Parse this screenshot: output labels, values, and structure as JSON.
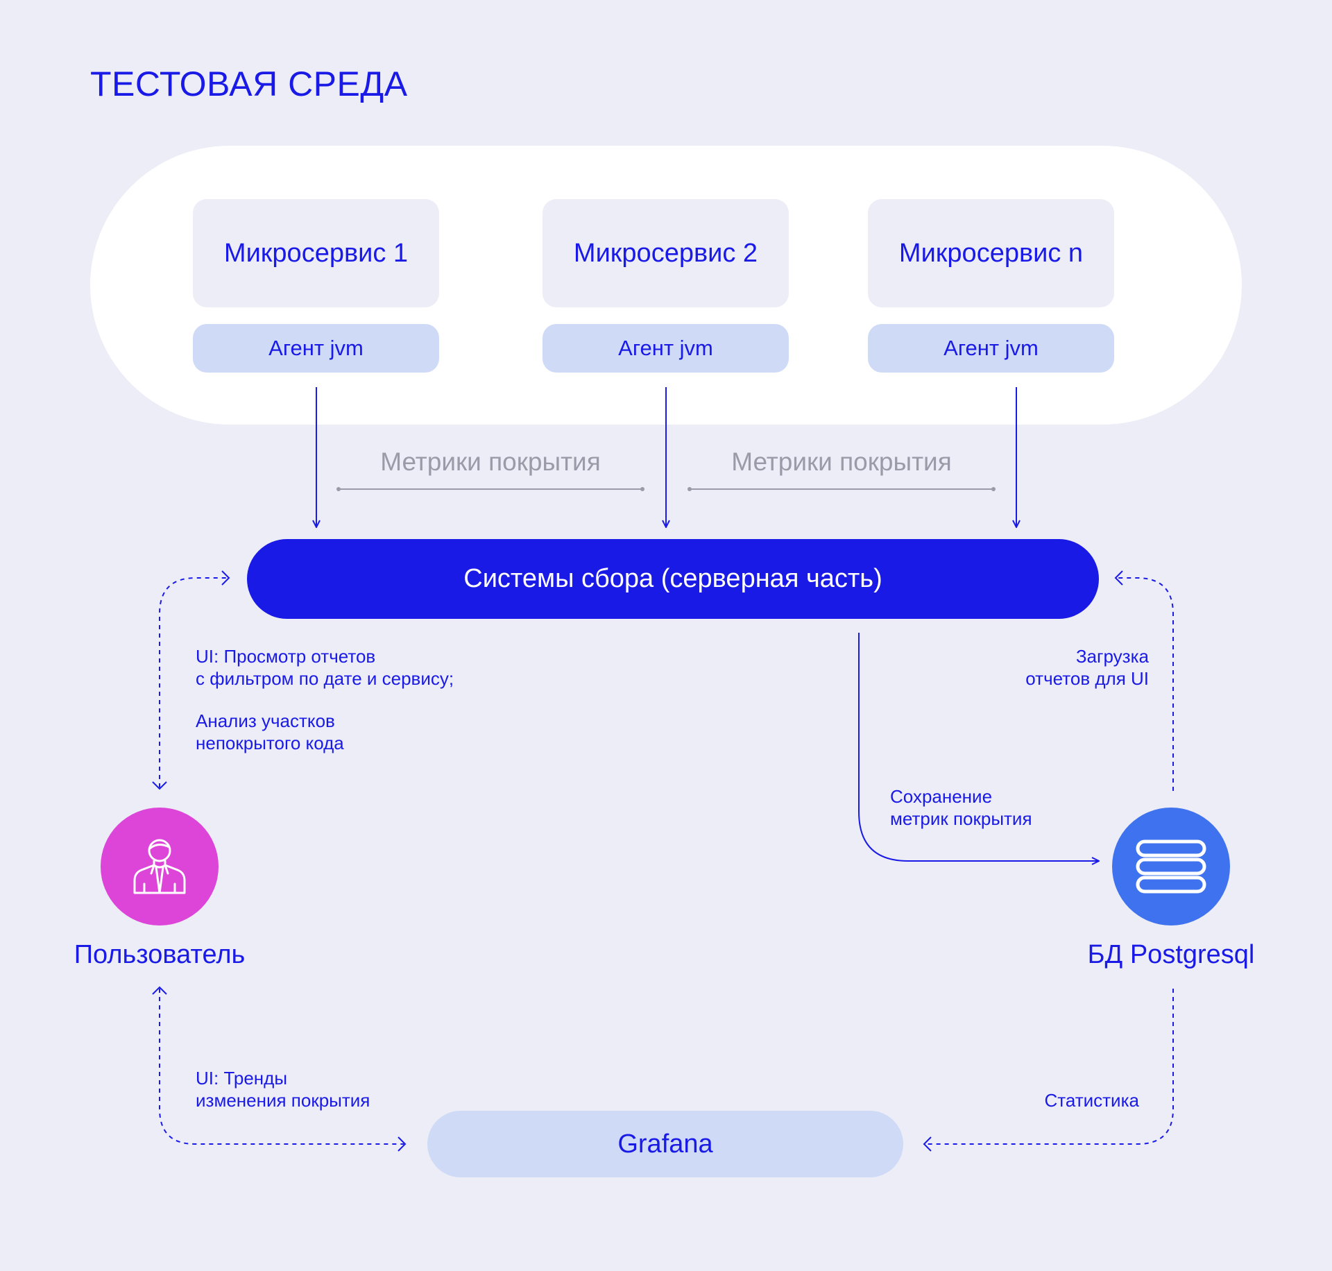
{
  "title": "ТЕСТОВАЯ СРЕДА",
  "colors": {
    "background": "#ecedf6",
    "accent": "#1a1ae6",
    "light_blue": "#cfdbf6",
    "user_circle": "#dd44d8",
    "db_circle": "#3f72ee",
    "muted_text": "#9a9aa8"
  },
  "services": [
    {
      "name": "Микросервис 1",
      "agent": "Агент jvm"
    },
    {
      "name": "Микросервис 2",
      "agent": "Агент jvm"
    },
    {
      "name": "Микросервис n",
      "agent": "Агент jvm"
    }
  ],
  "metrics_labels": [
    "Метрики покрытия",
    "Метрики покрытия"
  ],
  "collector": "Системы сбора (серверная часть)",
  "notes": {
    "ui_reports": "UI: Просмотр отчетов\nс фильтром по дате и сервису;",
    "analysis": "Анализ участков\nнепокрытого кода",
    "load_reports": "Загрузка\nотчетов для UI",
    "save_metrics": "Сохранение\nметрик покрытия",
    "ui_trends": "UI: Тренды\nизменения покрытия",
    "statistics": "Статистика"
  },
  "user": {
    "label": "Пользователь",
    "icon": "user-icon"
  },
  "database": {
    "label": "БД Postgresql",
    "icon": "database-icon"
  },
  "grafana": "Grafana"
}
